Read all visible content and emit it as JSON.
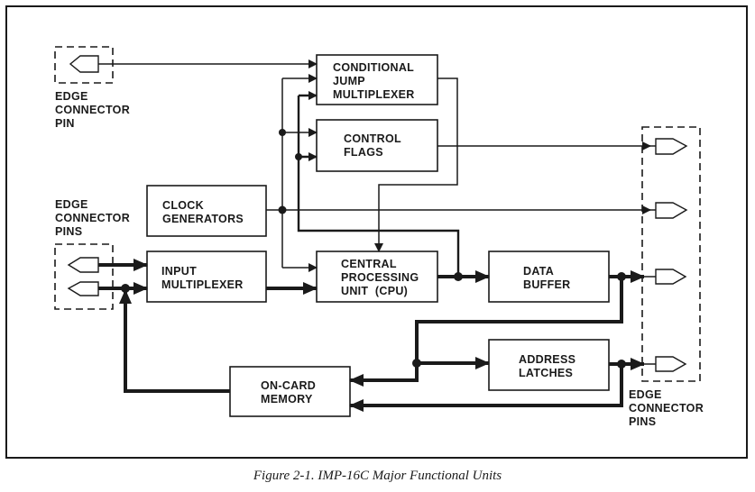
{
  "figure": {
    "caption": "Figure 2-1.  IMP-16C Major Functional Units"
  },
  "blocks": {
    "conditional_jump_mux": [
      "CONDITIONAL",
      "JUMP",
      "MULTIPLEXER"
    ],
    "control_flags": [
      "CONTROL",
      "FLAGS"
    ],
    "clock_generators": [
      "CLOCK",
      "GENERATORS"
    ],
    "input_mux": [
      "INPUT",
      "MULTIPLEXER"
    ],
    "cpu": [
      "CENTRAL",
      "PROCESSING",
      "UNIT  (CPU)"
    ],
    "data_buffer": [
      "DATA",
      "BUFFER"
    ],
    "address_latches": [
      "ADDRESS",
      "LATCHES"
    ],
    "on_card_memory": [
      "ON-CARD",
      "MEMORY"
    ]
  },
  "labels": {
    "top_left_pin": [
      "EDGE",
      "CONNECTOR",
      "PIN"
    ],
    "left_pins": [
      "EDGE",
      "CONNECTOR",
      "PINS"
    ],
    "right_pins": [
      "EDGE",
      "CONNECTOR",
      "PINS"
    ]
  },
  "colors": {
    "ink": "#1a1a1a",
    "paper": "#ffffff"
  }
}
